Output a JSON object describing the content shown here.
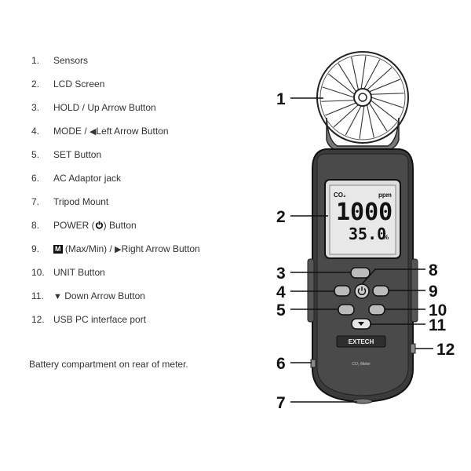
{
  "legend": [
    {
      "num": "1.",
      "text": "Sensors"
    },
    {
      "num": "2.",
      "text": "LCD Screen"
    },
    {
      "num": "3.",
      "text": "HOLD / Up Arrow Button"
    },
    {
      "num": "4.",
      "pre": "MODE / ",
      "icon": "left-triangle-icon",
      "post": "Left Arrow Button"
    },
    {
      "num": "5.",
      "text": "SET Button"
    },
    {
      "num": "6.",
      "text": "AC Adaptor jack"
    },
    {
      "num": "7.",
      "text": "Tripod Mount"
    },
    {
      "num": "8.",
      "pre": "POWER (",
      "icon": "power-icon",
      "post": ") Button"
    },
    {
      "num": "9.",
      "badge": "M",
      "pre": " (Max/Min) / ",
      "icon": "right-triangle-icon",
      "post": "Right Arrow Button"
    },
    {
      "num": "10.",
      "text": "UNIT Button"
    },
    {
      "num": "11.",
      "icon": "down-triangle-icon",
      "post": " Down Arrow Button"
    },
    {
      "num": "12.",
      "text": "USB PC interface port"
    }
  ],
  "note": "Battery compartment on rear of meter.",
  "device": {
    "lcd": {
      "gas_label": "CO₂",
      "unit_top": "ppm",
      "main_value": "1000",
      "secondary_value": "35.0",
      "secondary_unit": "%"
    },
    "brand": "EXTECH",
    "model": "CO₂ Meter"
  },
  "callouts": [
    "1",
    "2",
    "3",
    "4",
    "5",
    "6",
    "7",
    "8",
    "9",
    "10",
    "11",
    "12"
  ],
  "icons": {
    "left": "◀",
    "right": "▶",
    "down": "▼",
    "power": "⏻"
  }
}
